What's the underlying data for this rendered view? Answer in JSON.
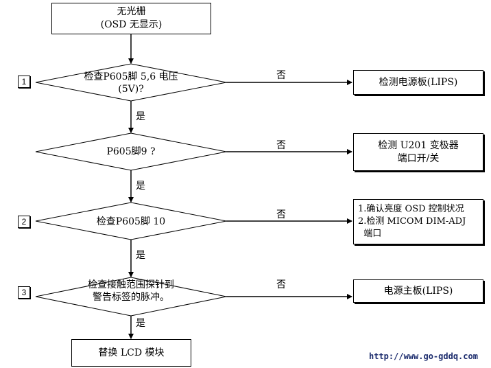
{
  "start": {
    "line1": "无光栅",
    "line2": "(OSD 无显示)"
  },
  "steps": [
    {
      "number": "1",
      "decision_line1": "检查P605脚 5,6 电压",
      "decision_line2": "(5V)?",
      "no_label": "否",
      "yes_label": "是",
      "no_action_lines": [
        "检测电源板(LIPS)"
      ]
    },
    {
      "number": "",
      "decision_line1": "P605脚9 ?",
      "decision_line2": "",
      "no_label": "否",
      "yes_label": "是",
      "no_action_lines": [
        "检测 U201 变极器",
        "端口开/关"
      ]
    },
    {
      "number": "2",
      "decision_line1": "检查P605脚 10",
      "decision_line2": "",
      "no_label": "否",
      "yes_label": "是",
      "no_action_lines": [
        "1.确认亮度 OSD 控制状况",
        "2.检测 MICOM DIM-ADJ",
        "  端口"
      ]
    },
    {
      "number": "3",
      "decision_line1": "检查接触范围探针到",
      "decision_line2": "警告标签的脉冲。",
      "no_label": "否",
      "yes_label": "是",
      "no_action_lines": [
        "电源主板(LIPS)"
      ]
    }
  ],
  "end": {
    "label": "替换 LCD 模块"
  },
  "watermark": "http://www.go-gddq.com"
}
